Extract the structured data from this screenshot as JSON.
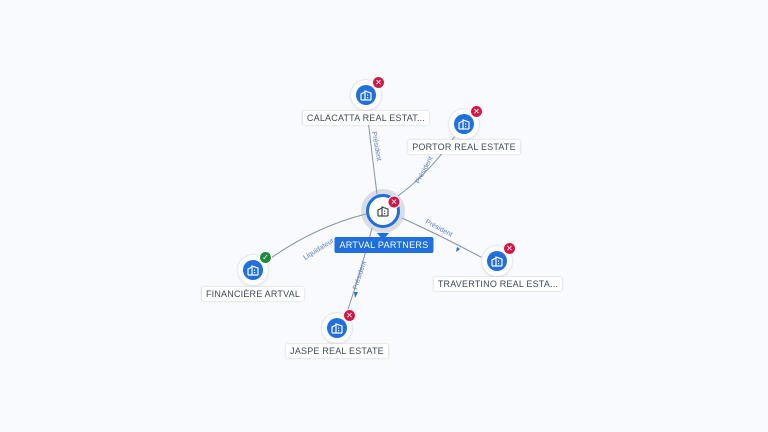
{
  "graph": {
    "center": {
      "label": "ARTVAL PARTNERS",
      "icon": "building-icon",
      "status": "inactive",
      "status_icon": "x-icon"
    },
    "nodes": [
      {
        "id": "calacatta",
        "label": "CALACATTA REAL ESTAT...",
        "icon": "building-icon",
        "status": "inactive",
        "status_icon": "x-icon",
        "edge_label": "Président"
      },
      {
        "id": "portor",
        "label": "PORTOR REAL ESTATE",
        "icon": "building-icon",
        "status": "inactive",
        "status_icon": "x-icon",
        "edge_label": "Président"
      },
      {
        "id": "travertino",
        "label": "TRAVERTINO REAL ESTA...",
        "icon": "building-icon",
        "status": "inactive",
        "status_icon": "x-icon",
        "edge_label": "Président"
      },
      {
        "id": "jaspe",
        "label": "JASPE REAL ESTATE",
        "icon": "building-icon",
        "status": "inactive",
        "status_icon": "x-icon",
        "edge_label": "Président"
      },
      {
        "id": "financiere",
        "label": "FINANCIÈRE ARTVAL",
        "icon": "building-icon",
        "status": "active",
        "status_icon": "check-icon",
        "edge_label": "Liquidateur"
      }
    ],
    "colors": {
      "node_fill": "#1f6fe0",
      "badge_inactive": "#d31847",
      "badge_active": "#1e8a3c",
      "edge": "#8592a6",
      "edge_label": "#5b7fbf"
    }
  }
}
